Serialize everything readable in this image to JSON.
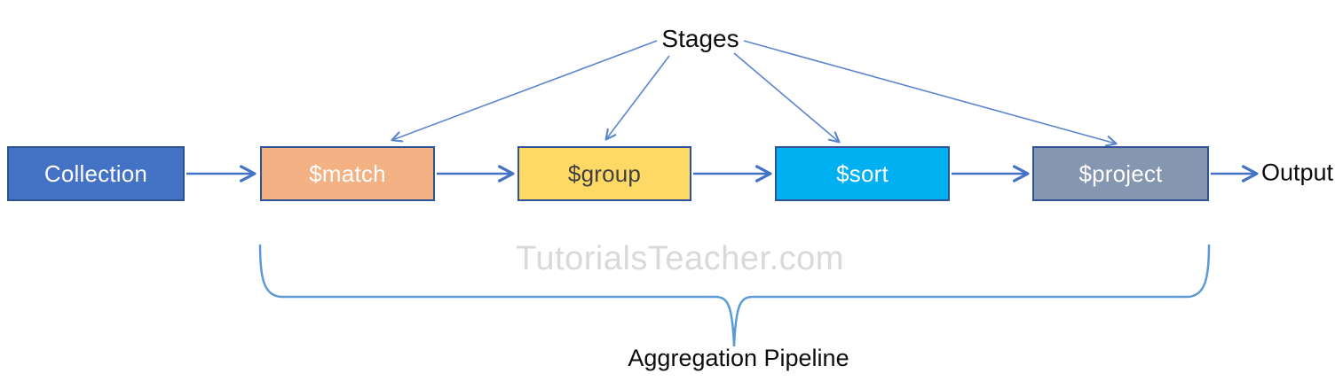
{
  "diagram": {
    "title_label": "Stages",
    "output_label": "Output",
    "watermark": "TutorialsTeacher.com",
    "brace_label": "Aggregation Pipeline",
    "boxes": [
      {
        "id": "collection",
        "label": "Collection",
        "fill": "#4472C4",
        "border": "#2F5496",
        "text_color": "#FFFFFF"
      },
      {
        "id": "match",
        "label": "$match",
        "fill": "#F4B183",
        "border": "#2F5496",
        "text_color": "#FFFFFF"
      },
      {
        "id": "group",
        "label": "$group",
        "fill": "#FFD966",
        "border": "#2F5496",
        "text_color": "#404040"
      },
      {
        "id": "sort",
        "label": "$sort",
        "fill": "#00B0F0",
        "border": "#2F5496",
        "text_color": "#FFFFFF"
      },
      {
        "id": "project",
        "label": "$project",
        "fill": "#8496B0",
        "border": "#2F5496",
        "text_color": "#FFFFFF"
      }
    ],
    "colors": {
      "flow_arrow": "#4472C4",
      "stage_pointer_arrow": "#5B86CC",
      "brace": "#5B9BD5",
      "watermark": "#D9D9D9",
      "label_text": "#0d0d0d"
    }
  }
}
